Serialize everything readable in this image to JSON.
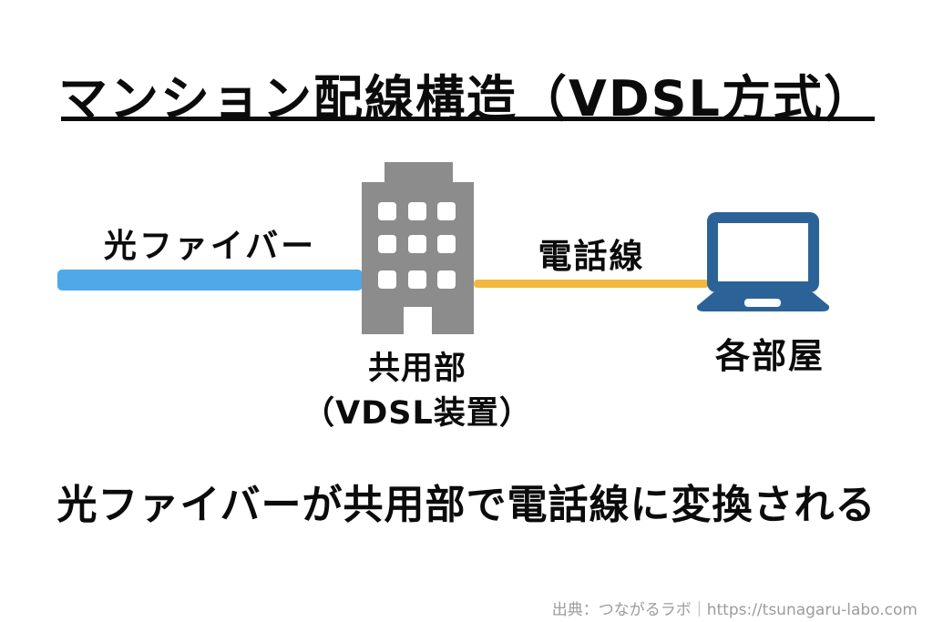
{
  "colors": {
    "fiber_line": "#4FA8E8",
    "phone_line": "#F2B83D",
    "building": "#8C8C8C",
    "laptop": "#2B6399",
    "text": "#0B0B0B",
    "footer_text": "#9C9C9C"
  },
  "title": {
    "text": "マンション配線構造（VDSL方式）"
  },
  "labels": {
    "fiber": "光ファイバー",
    "phone": "電話線",
    "common_line1": "共用部",
    "common_line2": "（VDSL装置）",
    "rooms": "各部屋"
  },
  "icons": {
    "building": "building-icon",
    "laptop": "laptop-icon"
  },
  "caption": {
    "text": "光ファイバーが共用部で電話線に変換される"
  },
  "footer": {
    "credit": "出典：つながるラボ｜https://tsunagaru-labo.com"
  }
}
